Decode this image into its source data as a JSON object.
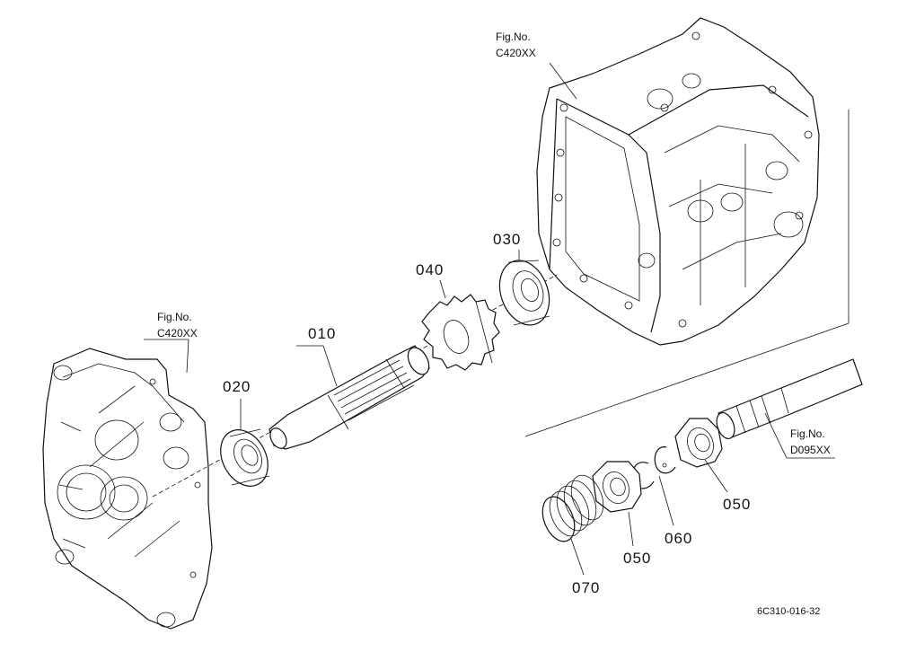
{
  "references": {
    "housing_top": {
      "line1": "Fig.No.",
      "line2": "C420XX"
    },
    "housing_left": {
      "line1": "Fig.No.",
      "line2": "C420XX"
    },
    "shaft_right": {
      "line1": "Fig.No.",
      "line2": "D095XX"
    }
  },
  "parts": {
    "p010": "010",
    "p020": "020",
    "p030": "030",
    "p040": "040",
    "p050_right": "050",
    "p050_lower": "050",
    "p060": "060",
    "p070": "070"
  },
  "diagram_code": "6C310-016-32"
}
